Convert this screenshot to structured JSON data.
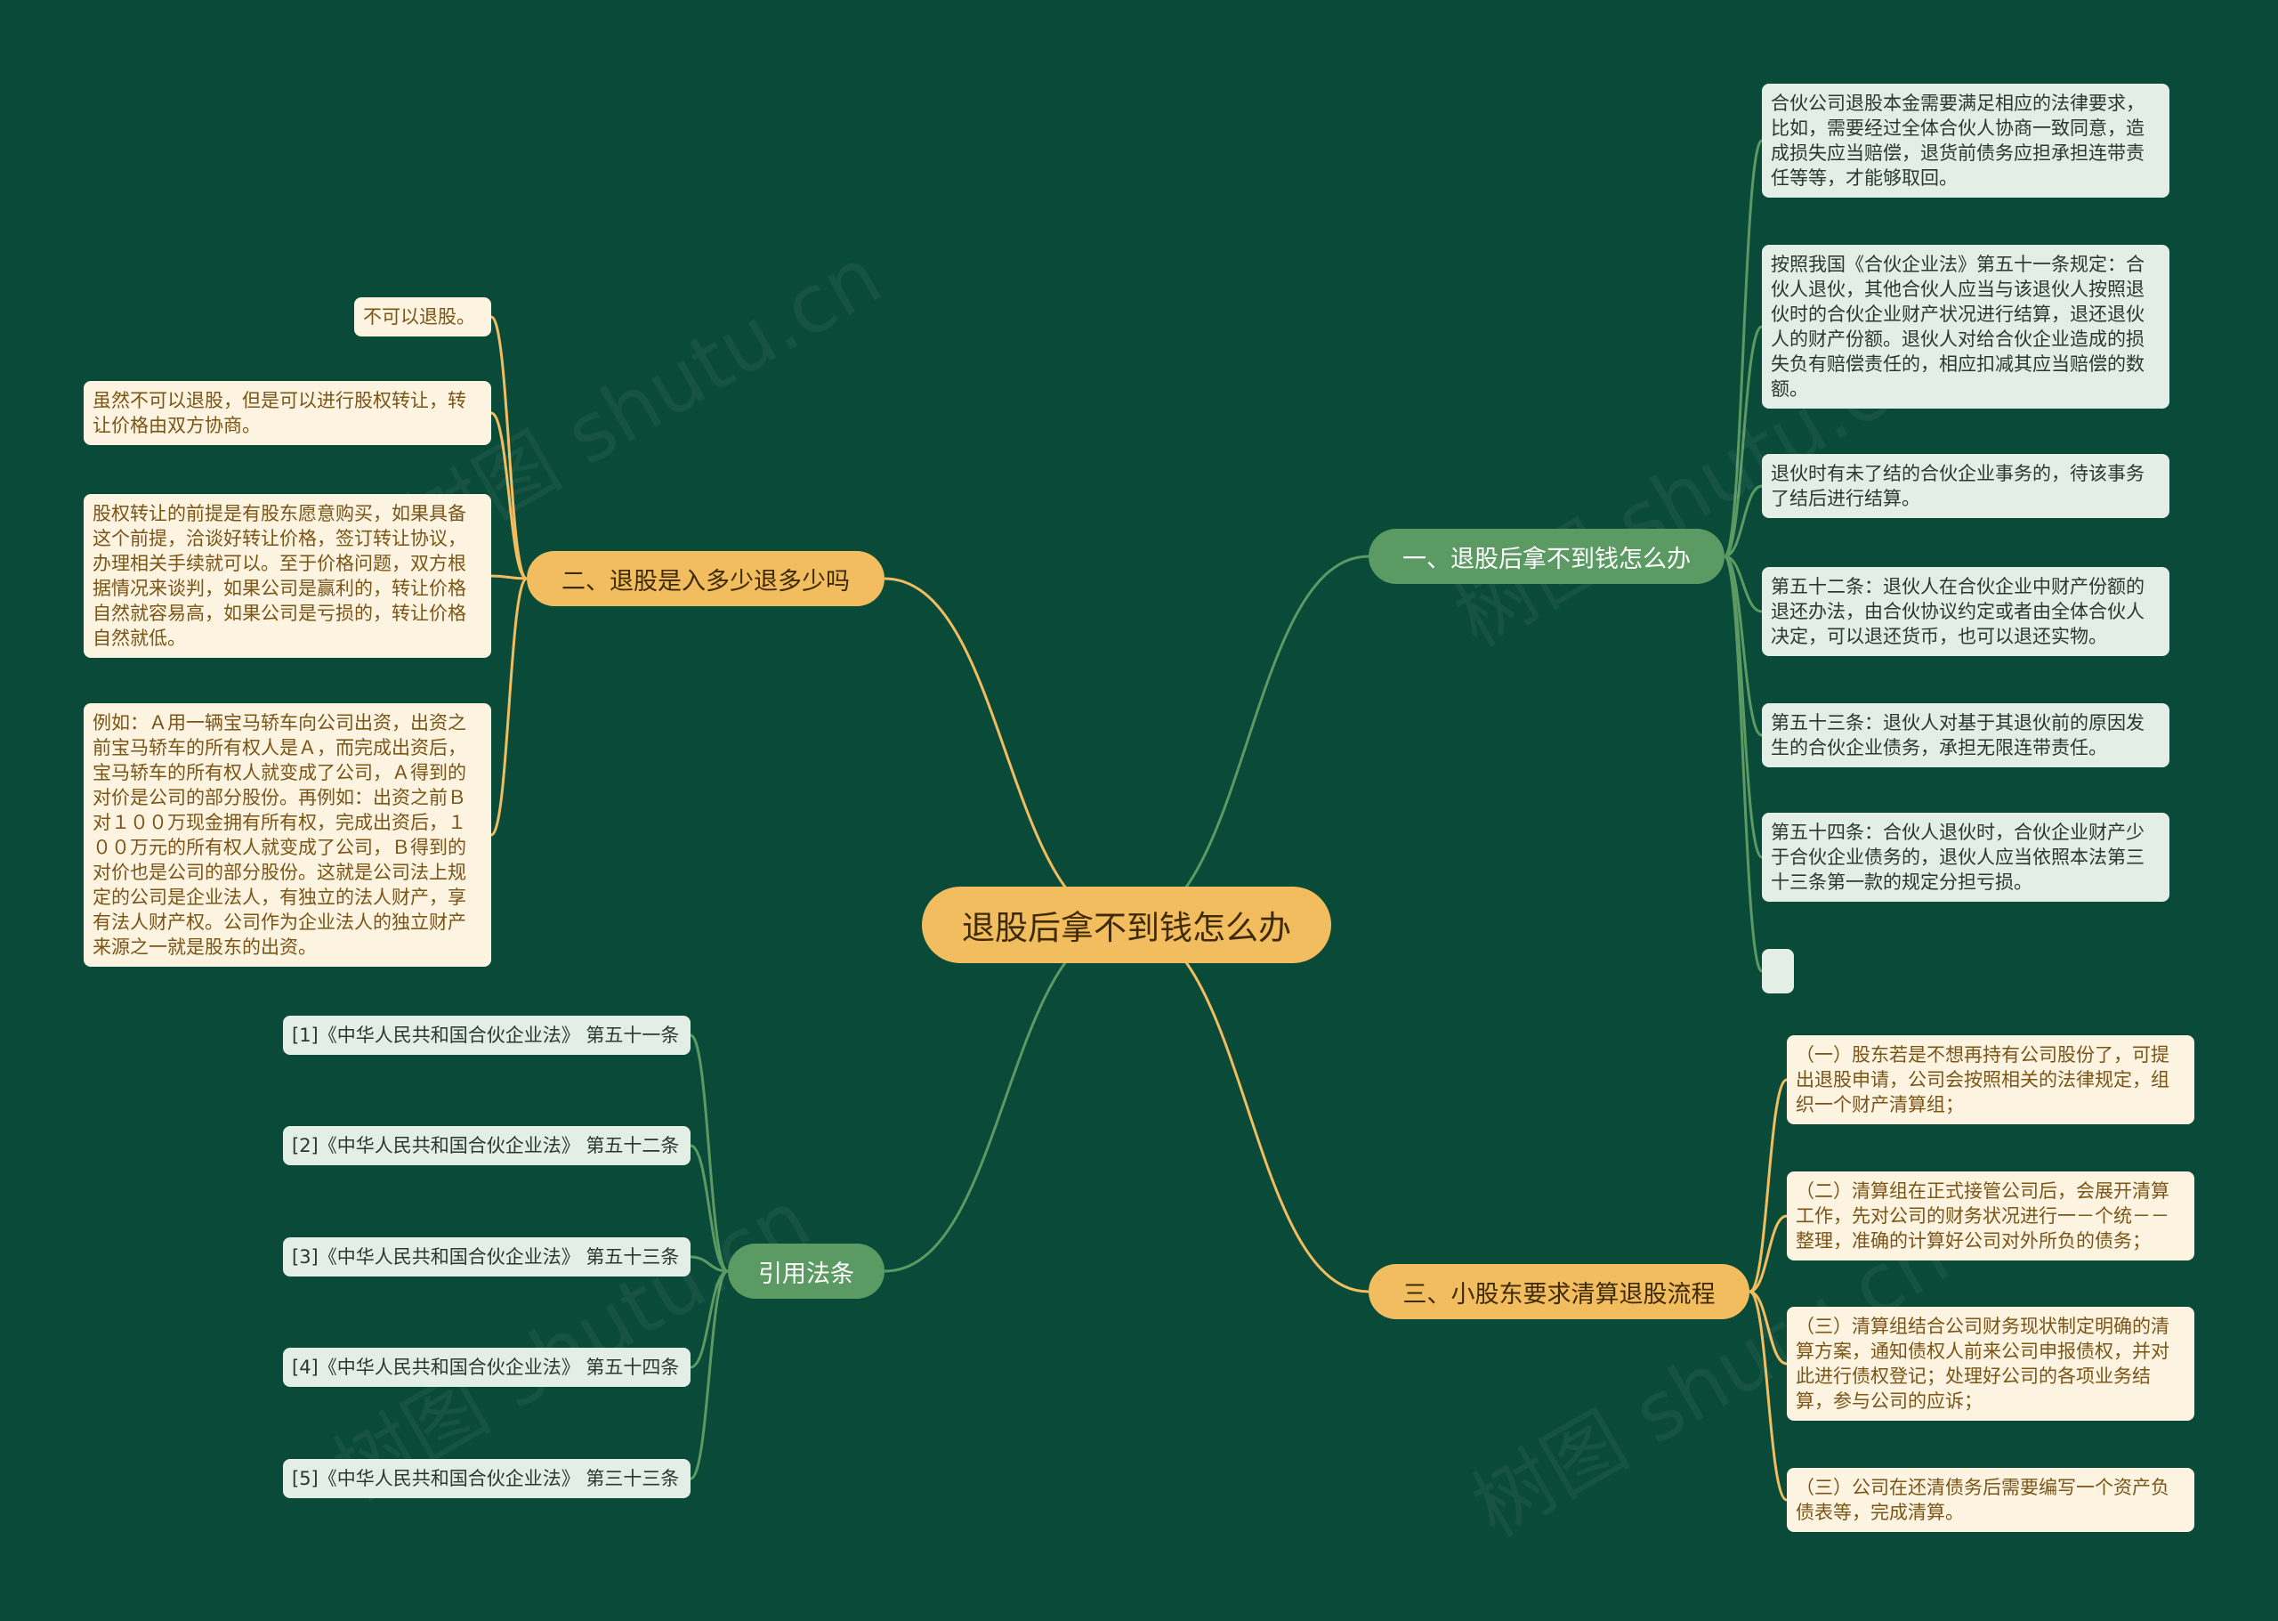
{
  "root": {
    "label": "退股后拿不到钱怎么办"
  },
  "colors": {
    "background": "#0a4a38",
    "root": "#f2bd5f",
    "green_branch": "#5c9a63",
    "orange_branch": "#f2bd5f",
    "mint_leaf": "#e3eee7",
    "cream_leaf": "#fdf3e1",
    "green_line": "#5c9a63",
    "orange_line": "#f2bd5f"
  },
  "branches": [
    {
      "label": "一、退股后拿不到钱怎么办",
      "leaves": [
        "合伙公司退股本金需要满足相应的法律要求，比如，需要经过全体合伙人协商一致同意，造成损失应当赔偿，退货前债务应担承担连带责任等等，才能够取回。",
        "按照我国《合伙企业法》第五十一条规定：合伙人退伙，其他合伙人应当与该退伙人按照退伙时的合伙企业财产状况进行结算，退还退伙人的财产份额。退伙人对给合伙企业造成的损失负有赔偿责任的，相应扣减其应当赔偿的数额。",
        "退伙时有未了结的合伙企业事务的，待该事务了结后进行结算。",
        "第五十二条：退伙人在合伙企业中财产份额的退还办法，由合伙协议约定或者由全体合伙人决定，可以退还货币，也可以退还实物。",
        "第五十三条：退伙人对基于其退伙前的原因发生的合伙企业债务，承担无限连带责任。",
        "第五十四条：合伙人退伙时，合伙企业财产少于合伙企业债务的，退伙人应当依照本法第三十三条第一款的规定分担亏损。",
        ""
      ]
    },
    {
      "label": "二、退股是入多少退多少吗",
      "leaves": [
        "不可以退股。",
        "虽然不可以退股，但是可以进行股权转让，转让价格由双方协商。",
        "股权转让的前提是有股东愿意购买，如果具备这个前提，洽谈好转让价格，签订转让协议，办理相关手续就可以。至于价格问题，双方根据情况来谈判，如果公司是赢利的，转让价格自然就容易高，如果公司是亏损的，转让价格自然就低。",
        "例如：Ａ用一辆宝马轿车向公司出资，出资之前宝马轿车的所有权人是Ａ，而完成出资后，宝马轿车的所有权人就变成了公司，Ａ得到的对价是公司的部分股份。再例如：出资之前Ｂ对１００万现金拥有所有权，完成出资后，１００万元的所有权人就变成了公司，Ｂ得到的对价也是公司的部分股份。这就是公司法上规定的公司是企业法人，有独立的法人财产，享有法人财产权。公司作为企业法人的独立财产来源之一就是股东的出资。"
      ]
    },
    {
      "label": "三、小股东要求清算退股流程",
      "leaves": [
        "（一）股东若是不想再持有公司股份了，可提出退股申请，公司会按照相关的法律规定，组织一个财产清算组；",
        "（二）清算组在正式接管公司后，会展开清算工作，先对公司的财务状况进行一－个统－－整理，准确的计算好公司对外所负的债务；",
        "（三）清算组结合公司财务现状制定明确的清算方案，通知债权人前来公司申报债权，并对此进行债权登记；处理好公司的各项业务结算，参与公司的应诉；",
        "（三）公司在还清债务后需要编写一个资产负债表等，完成清算。"
      ]
    },
    {
      "label": "引用法条",
      "leaves": [
        "[1]《中华人民共和国合伙企业法》 第五十一条",
        "[2]《中华人民共和国合伙企业法》 第五十二条",
        "[3]《中华人民共和国合伙企业法》 第五十三条",
        "[4]《中华人民共和国合伙企业法》 第五十四条",
        "[5]《中华人民共和国合伙企业法》 第三十三条"
      ]
    }
  ]
}
